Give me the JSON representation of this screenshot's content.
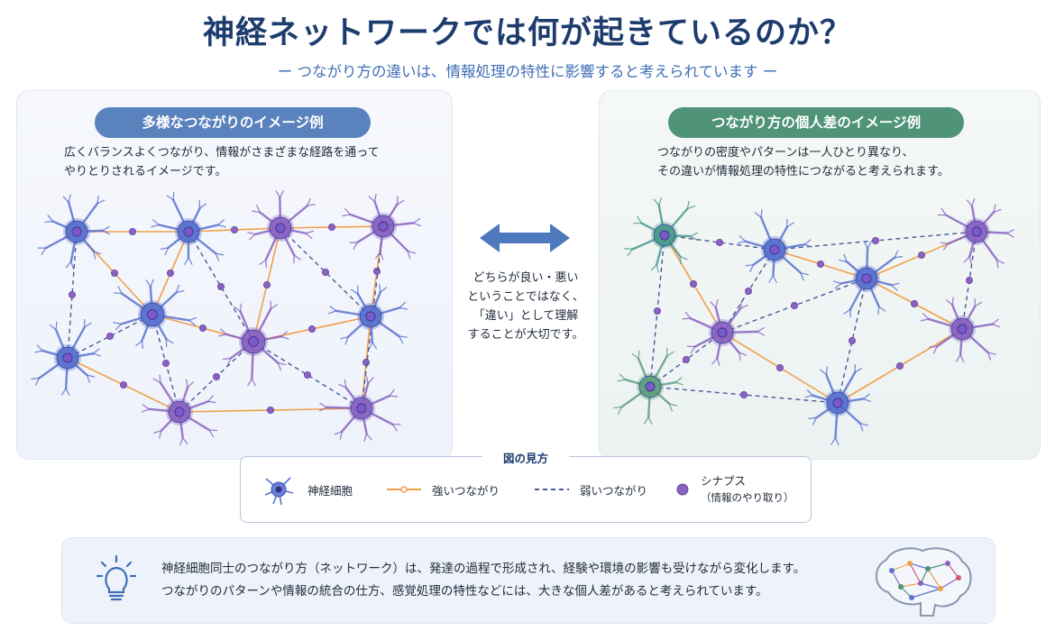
{
  "title": "神経ネットワークでは何が起きているのか？",
  "subtitle": "ー つながり方の違いは、情報処理の特性に影響すると考えられています ー",
  "left_panel": {
    "heading": "多様なつながりのイメージ例",
    "desc_line1": "広くバランスよくつながり、情報がさまざまな経路を通って",
    "desc_line2": "やりとりされるイメージです。"
  },
  "right_panel": {
    "heading": "つながり方の個人差のイメージ例",
    "desc_line1": "つながりの密度やパターンは一人ひとり異なり、",
    "desc_line2": "その違いが情報処理の特性につながると考えられます。"
  },
  "center": {
    "line1": "どちらが良い・悪い",
    "line2": "ということではなく、",
    "line3": "「違い」として理解",
    "line4": "することが大切です。"
  },
  "legend": {
    "title": "図の見方",
    "neuron": "神経細胞",
    "strong": "強いつながり",
    "weak": "弱いつながり",
    "synapse": "シナプス",
    "synapse_sub": "（情報のやり取り）"
  },
  "note": {
    "line1": "神経細胞同士のつながり方（ネットワーク）は、発達の過程で形成され、経験や環境の影響も受けながら変化します。",
    "line2": "つながりのパターンや情報の統合の仕方、感覚処理の特性などには、大きな個人差があると考えられています。"
  },
  "colors": {
    "title": "#1d3c6e",
    "subtitle": "#3f6fb5",
    "strong_link": "#f0a04b",
    "weak_link": "#4a5a9a",
    "synapse": "#8a63c2",
    "neuron_blue": "#5a72d0",
    "neuron_purple": "#8a63c2",
    "neuron_teal": "#4a9a8e",
    "neuron_green": "#5f9f80"
  },
  "icons": {
    "arrow": "double-arrow-icon",
    "bulb": "lightbulb-icon",
    "brain": "brain-network-icon"
  }
}
